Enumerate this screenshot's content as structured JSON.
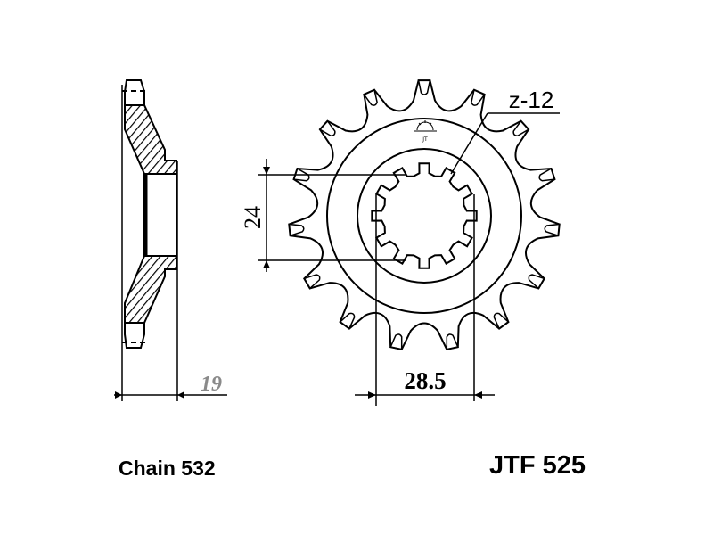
{
  "part_number": "JTF 525",
  "chain_label": "Chain 532",
  "teeth_label": "z-12",
  "dimensions": {
    "width": "19",
    "spline_height": "24",
    "spline_width": "28.5"
  },
  "sprocket": {
    "teeth": 15,
    "spline_teeth": 12
  },
  "colors": {
    "line": "#000000",
    "width_dim": "#8a8a8a"
  }
}
